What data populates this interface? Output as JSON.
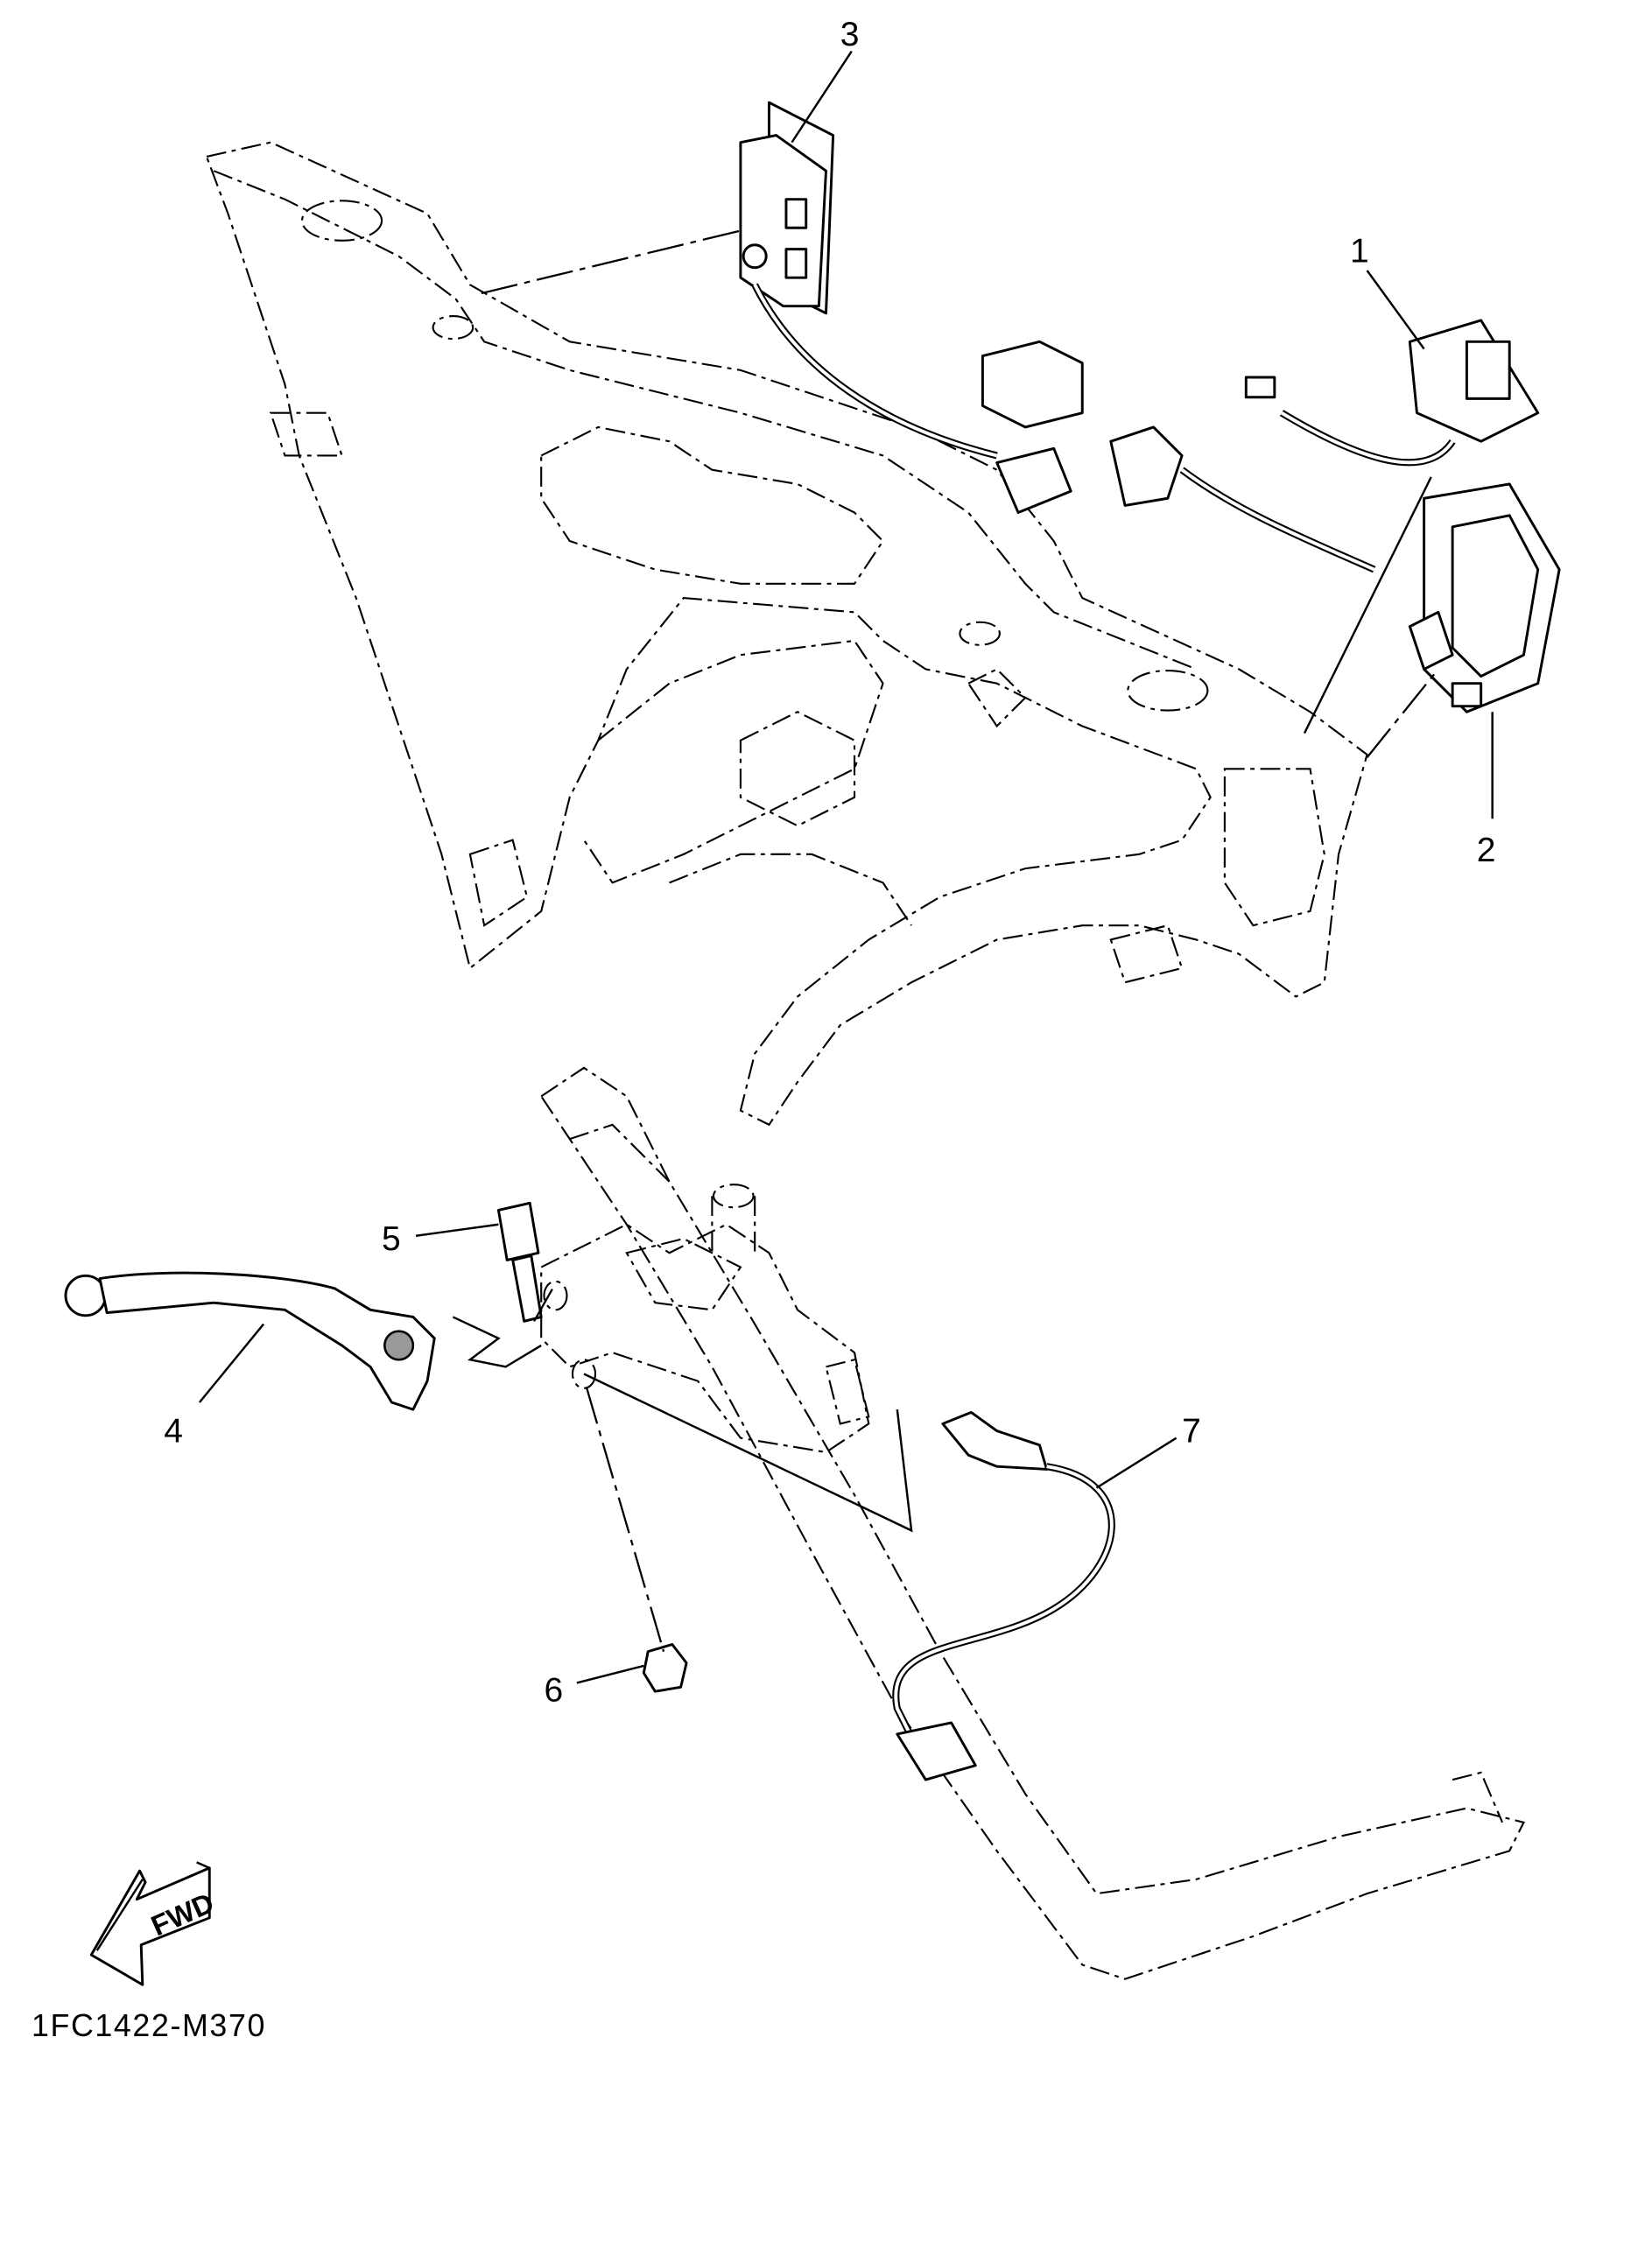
{
  "diagram": {
    "code": "1FC1422-M370",
    "direction_arrow": "FWD",
    "callouts": [
      "1",
      "2",
      "3",
      "4",
      "5",
      "6",
      "7"
    ],
    "line_color": "#000000",
    "background": "#ffffff"
  }
}
